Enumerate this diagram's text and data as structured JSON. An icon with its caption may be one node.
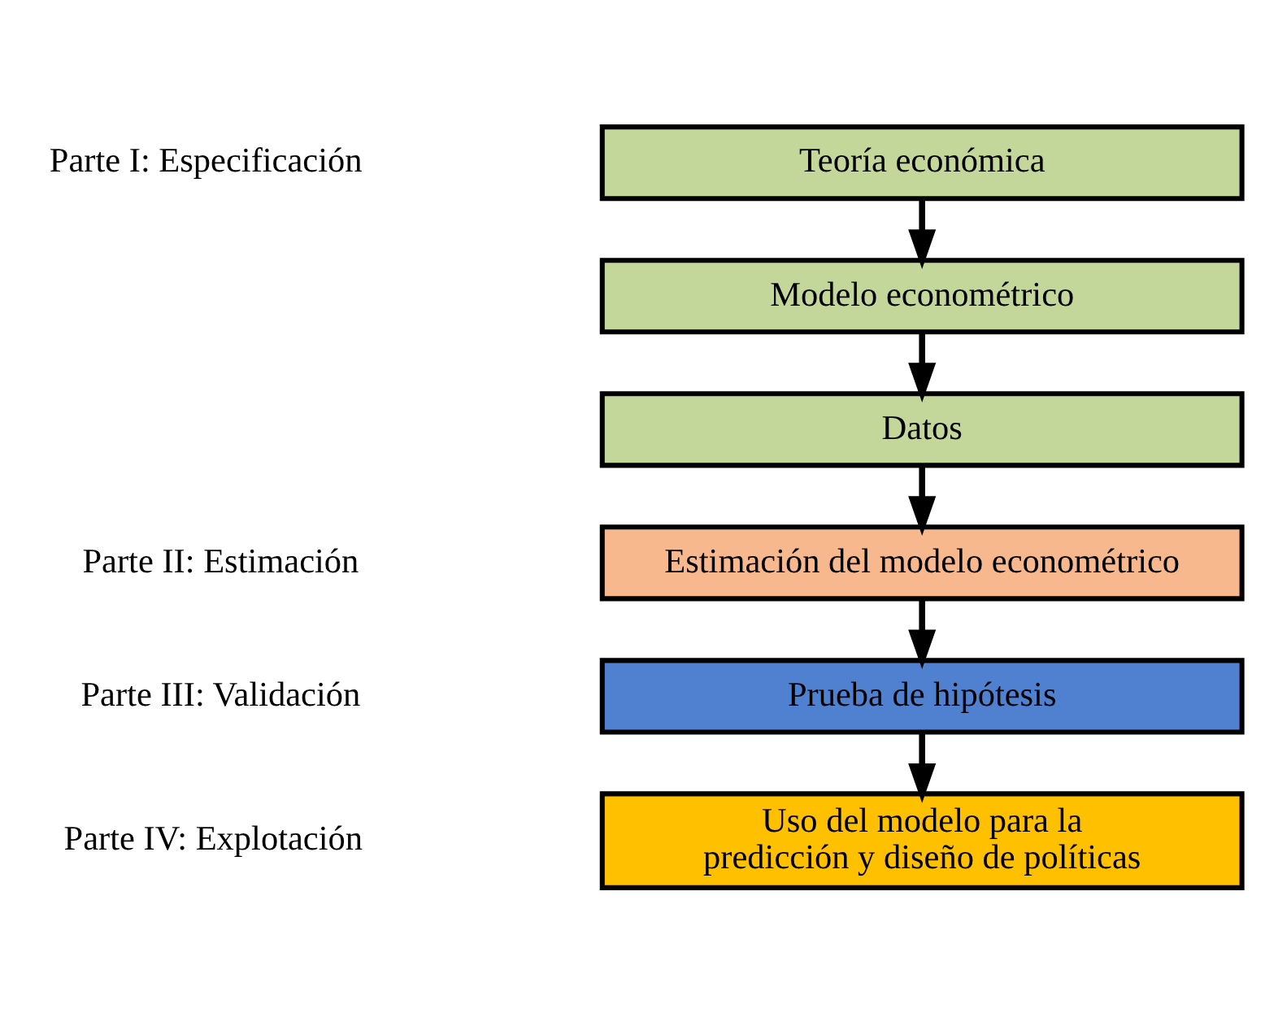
{
  "diagram": {
    "nodes": [
      {
        "text": [
          "Teoría económica"
        ]
      },
      {
        "text": [
          "Modelo econométrico"
        ]
      },
      {
        "text": [
          "Datos"
        ]
      },
      {
        "text": [
          "Estimación del modelo econométrico"
        ]
      },
      {
        "text": [
          "Prueba de hipótesis"
        ]
      },
      {
        "text": [
          "Uso del modelo para la predicción y diseño de políticas"
        ]
      }
    ],
    "edges": [
      {
        "from": 0,
        "to": 1,
        "arrow": "to"
      },
      {
        "from": 1,
        "to": 2,
        "arrow": "to"
      },
      {
        "from": 2,
        "to": 3,
        "arrow": "to"
      },
      {
        "from": 3,
        "to": 4,
        "arrow": "to"
      },
      {
        "from": 4,
        "to": 5,
        "arrow": "to"
      }
    ],
    "labels": [
      "Parte I: Especificación",
      "Parte II: Estimación",
      "Parte III: Validación",
      "Parte IV: Explotación"
    ]
  }
}
